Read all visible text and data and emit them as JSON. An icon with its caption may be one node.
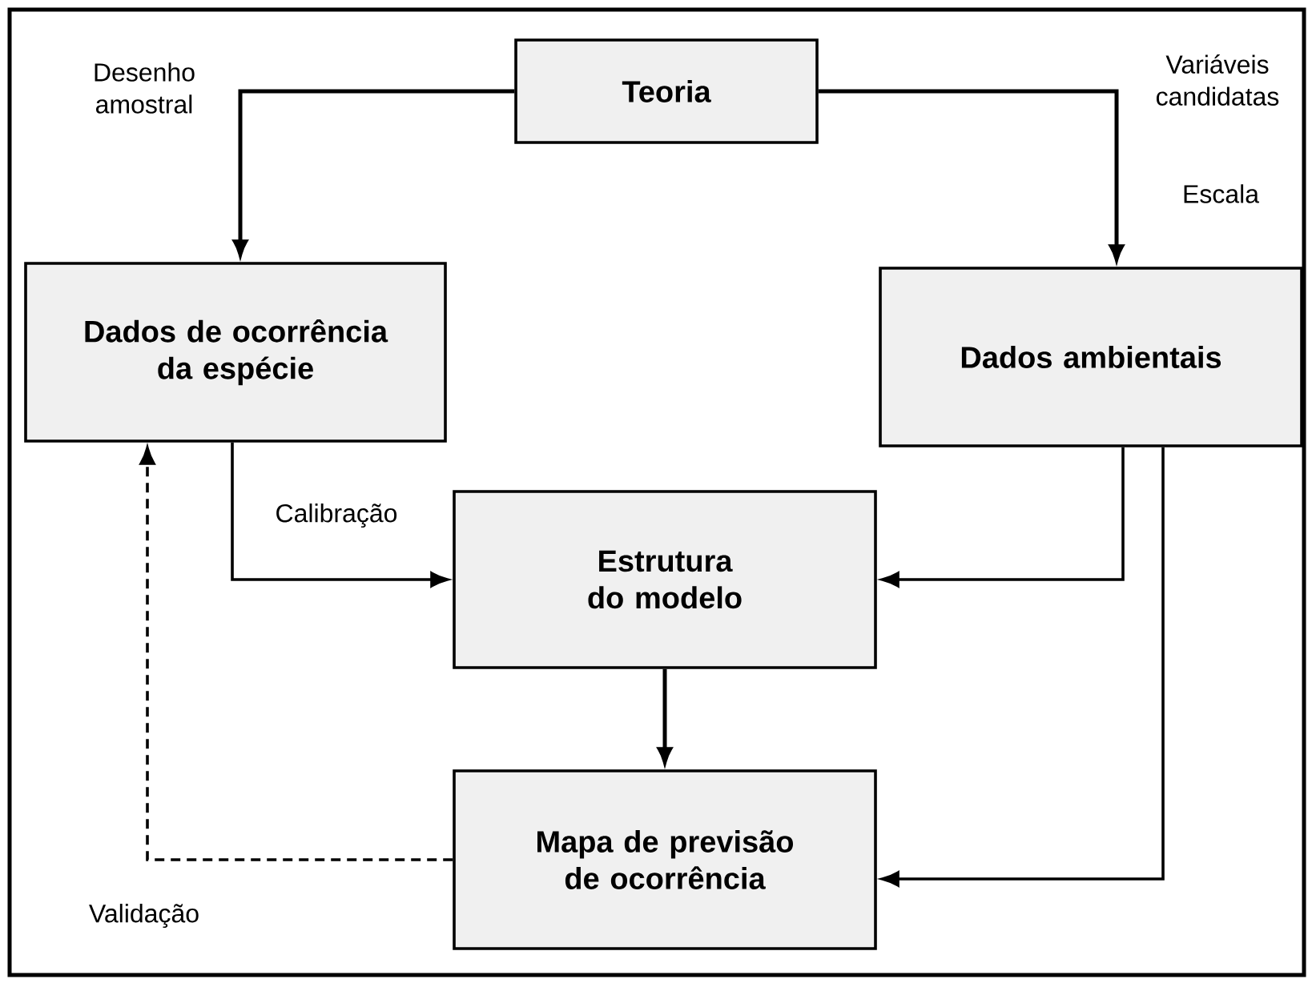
{
  "diagram": {
    "nodes": [
      {
        "text": [
          "Teoria"
        ]
      },
      {
        "text": [
          "Dados de ocorrência da espécie"
        ]
      },
      {
        "text": [
          "Dados ambientais"
        ]
      },
      {
        "text": [
          "Estrutura do modelo"
        ]
      },
      {
        "text": [
          "Mapa de previsão de ocorrência"
        ]
      }
    ],
    "edges": [
      {
        "from": 0,
        "to": 1,
        "arrow": "to",
        "label": "Desenho amostral"
      },
      {
        "from": 0,
        "to": 2,
        "arrow": "to",
        "label": "Variáveis candidatas"
      },
      {
        "from": 1,
        "to": 3,
        "arrow": "to",
        "label": "Calibração"
      },
      {
        "from": 2,
        "to": 3,
        "arrow": "to"
      },
      {
        "from": 3,
        "to": 4,
        "arrow": "to"
      },
      {
        "from": 2,
        "to": 4,
        "arrow": "to"
      },
      {
        "from": 4,
        "to": 1,
        "arrow": "to",
        "style": "dashed",
        "label": "Validação"
      }
    ],
    "labels": [
      "Escala"
    ]
  }
}
